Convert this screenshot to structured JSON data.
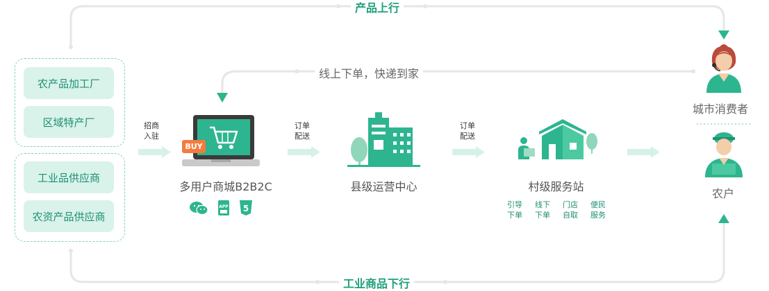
{
  "suppliers": {
    "agri": [
      "农产品加工厂",
      "区域特产厂"
    ],
    "industrial": [
      "工业品供应商",
      "农资产品供应商"
    ]
  },
  "flows": {
    "top": "产品上行",
    "middle": "线上下单，快递到家",
    "bottom": "工业商品下行"
  },
  "steps": {
    "join": [
      "招商",
      "入驻"
    ],
    "order1": [
      "订单",
      "配送"
    ],
    "order2": [
      "订单",
      "配送"
    ]
  },
  "nodes": {
    "platform": "多用户商城B2B2C",
    "platform_badge": "BUY",
    "county": "县级运营中心",
    "village": "村级服务站",
    "consumer": "城市消费者",
    "farmer": "农户"
  },
  "platform_channels": [
    "wechat-icon",
    "app-icon",
    "html5-icon"
  ],
  "app_icon_text": "APP",
  "services": [
    [
      "引导",
      "下单"
    ],
    [
      "线下",
      "下单"
    ],
    [
      "门店",
      "自取"
    ],
    [
      "便民",
      "服务"
    ]
  ],
  "colors": {
    "accent": "#2db58f",
    "light_accent": "#d9f3ea",
    "badge": "#f47b3e"
  }
}
